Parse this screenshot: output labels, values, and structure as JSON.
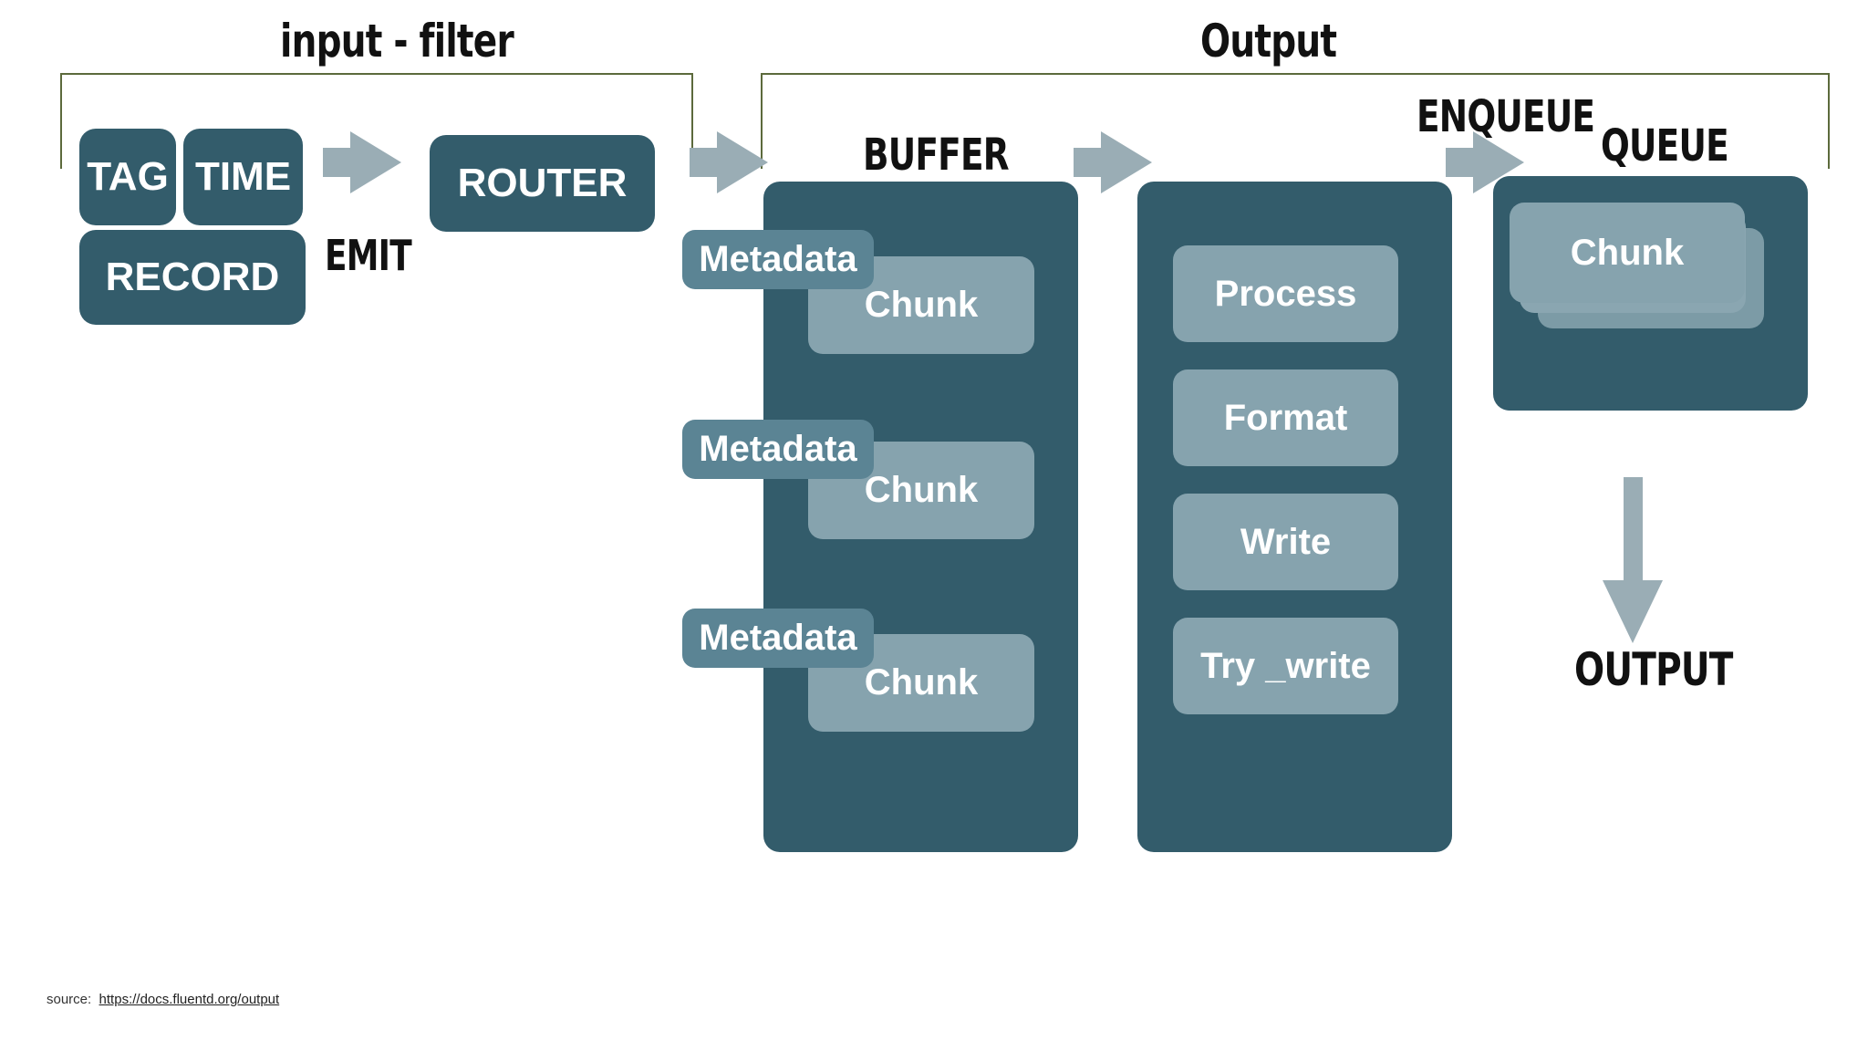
{
  "headers": {
    "input_filter": "input -  filter",
    "output": "Output"
  },
  "input": {
    "tag": "TAG",
    "time": "TIME",
    "record": "RECORD",
    "emit": "EMIT"
  },
  "router": "ROUTER",
  "buffer": {
    "title": "BUFFER",
    "entries": [
      {
        "metadata": "Metadata",
        "chunk": "Chunk"
      },
      {
        "metadata": "Metadata",
        "chunk": "Chunk"
      },
      {
        "metadata": "Metadata",
        "chunk": "Chunk"
      }
    ]
  },
  "steps": {
    "process": "Process",
    "format": "Format",
    "write": "Write",
    "try_write": "Try _write"
  },
  "enqueue": "ENQUEUE",
  "queue": {
    "title": "QUEUE",
    "chunk": "Chunk"
  },
  "output_label": "OUTPUT",
  "source": {
    "prefix": "source:",
    "link": "https://docs.fluentd.org/output"
  },
  "colors": {
    "dark": "#335c6b",
    "light": "#86a3ae",
    "metadata": "#5b8494",
    "arrow": "#9aadb5",
    "bracket": "#5c6a3c"
  }
}
